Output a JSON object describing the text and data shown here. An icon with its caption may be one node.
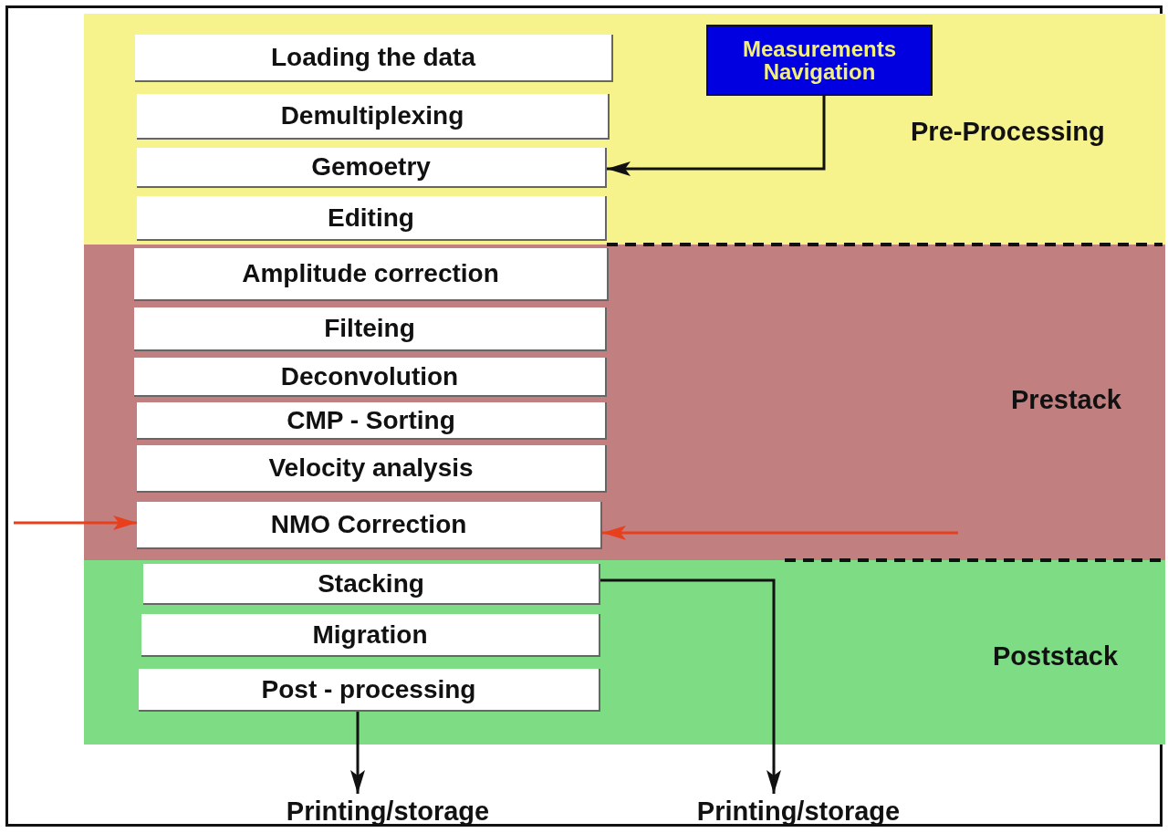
{
  "diagram": {
    "nodes": [
      {
        "text": [
          "Pre-Processing"
        ]
      },
      {
        "text": [
          "Loading the data"
        ],
        "in": 0
      },
      {
        "text": [
          "Demultiplexing"
        ],
        "in": 0
      },
      {
        "text": [
          "Gemoetry"
        ],
        "in": 0
      },
      {
        "text": [
          "Editing"
        ],
        "in": 0
      },
      {
        "text": [
          "Measurements Navigation"
        ],
        "in": 0
      },
      {
        "text": [
          "Prestack"
        ]
      },
      {
        "text": [
          "Amplitude correction"
        ],
        "in": 6
      },
      {
        "text": [
          "Filteing"
        ],
        "in": 6
      },
      {
        "text": [
          "Deconvolution"
        ],
        "in": 6
      },
      {
        "text": [
          "CMP - Sorting"
        ],
        "in": 6
      },
      {
        "text": [
          "Velocity analysis"
        ],
        "in": 6
      },
      {
        "text": [
          "NMO Correction"
        ],
        "in": 6
      },
      {
        "text": [
          "Poststack"
        ]
      },
      {
        "text": [
          "Stacking"
        ],
        "in": 13
      },
      {
        "text": [
          "Migration"
        ],
        "in": 13
      },
      {
        "text": [
          "Post - processing"
        ],
        "in": 13
      },
      {
        "text": [
          "Printing/storage"
        ]
      },
      {
        "text": [
          "Printing/storage"
        ]
      }
    ],
    "edges": [
      {
        "from": 5,
        "to": 3,
        "arrow": "to"
      },
      {
        "from": null,
        "to": 12,
        "arrow": "to",
        "color": "#e8401c"
      },
      {
        "from": null,
        "to": 12,
        "arrow": "to",
        "color": "#e8401c"
      },
      {
        "from": 16,
        "to": 17,
        "arrow": "to"
      },
      {
        "from": 14,
        "to": 18,
        "arrow": "to"
      }
    ]
  }
}
